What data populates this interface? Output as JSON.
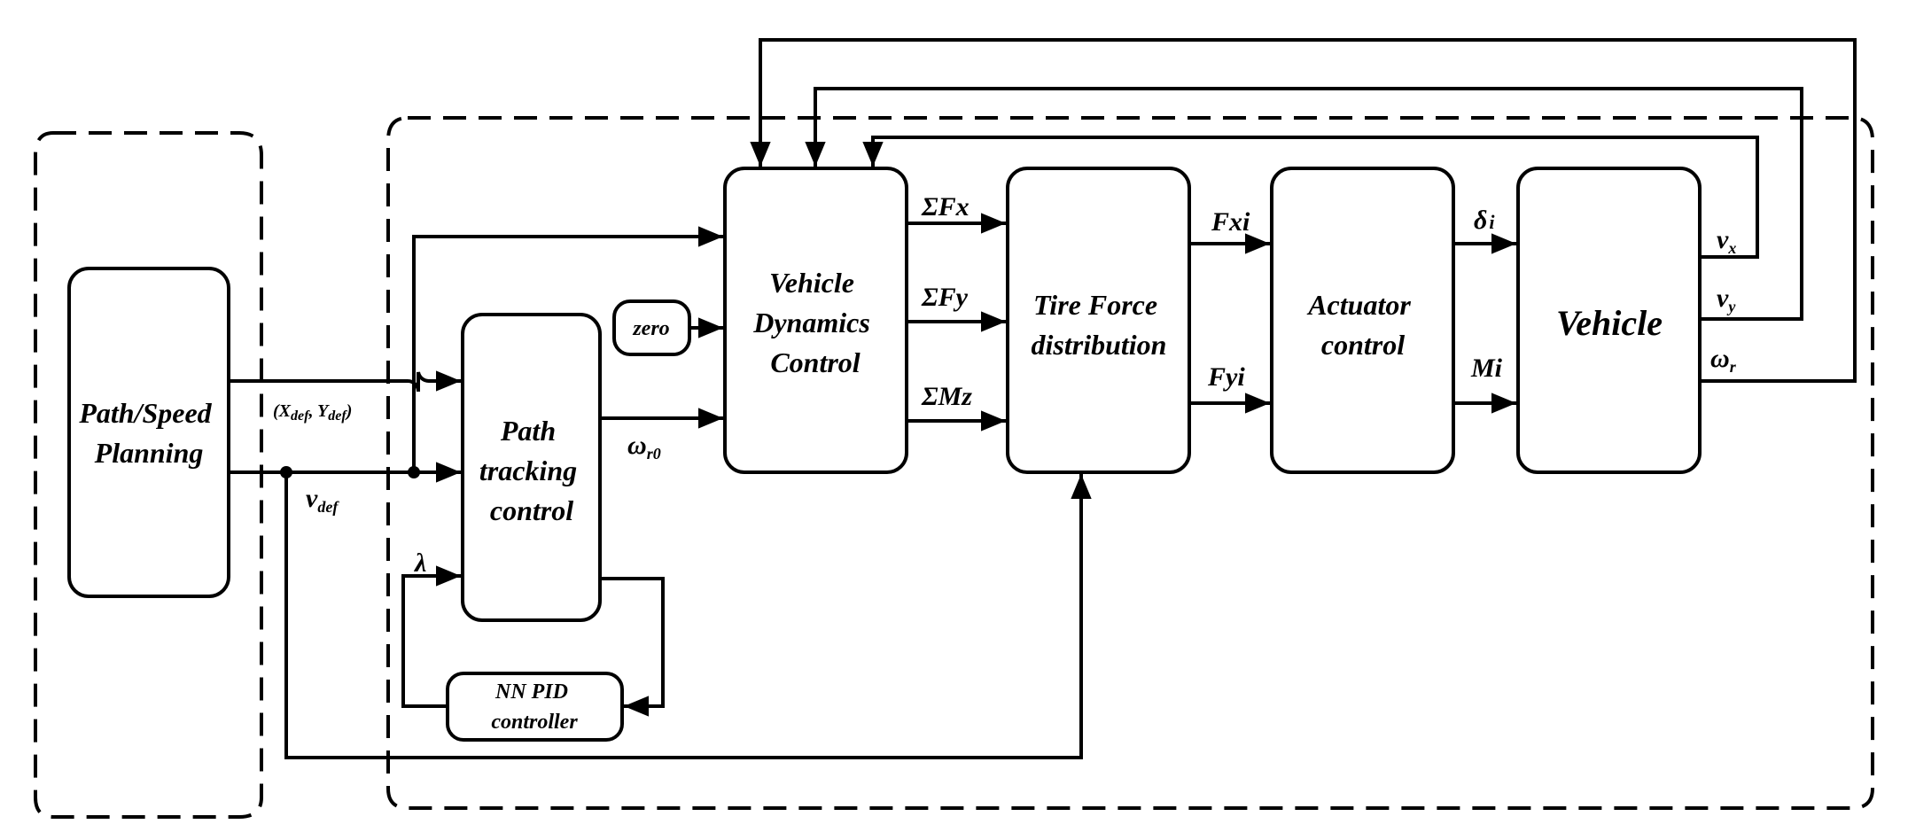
{
  "blocks": {
    "planning": [
      "Path/Speed",
      "Planning"
    ],
    "path_tracking": [
      "Path",
      "tracking",
      "control"
    ],
    "nn_pid": [
      "NN PID",
      "controller"
    ],
    "zero": "zero",
    "vdc": [
      "Vehicle",
      "Dynamics",
      "Control"
    ],
    "tire_force": [
      "Tire Force",
      "distribution"
    ],
    "actuator": [
      "Actuator",
      "control"
    ],
    "vehicle": "Vehicle"
  },
  "signals": {
    "xy_def": {
      "open": "(X",
      "x_sub": "def",
      "comma": ", Y",
      "y_sub": "def",
      "close": ")"
    },
    "v_def": {
      "base": "v",
      "sub": "def"
    },
    "lambda": "λ",
    "omega_r0": {
      "base": "ω",
      "sub": "r0"
    },
    "sum_fx": "ΣFx",
    "sum_fy": "ΣFy",
    "sum_mz": "ΣMz",
    "fxi": "Fxi",
    "fyi": "Fyi",
    "delta_i": {
      "base": "δ",
      "sub": "i"
    },
    "mi": "Mi",
    "vx": {
      "base": "v",
      "sub": "x"
    },
    "vy": {
      "base": "v",
      "sub": "y"
    },
    "omega_r": {
      "base": "ω",
      "sub": "r"
    }
  }
}
